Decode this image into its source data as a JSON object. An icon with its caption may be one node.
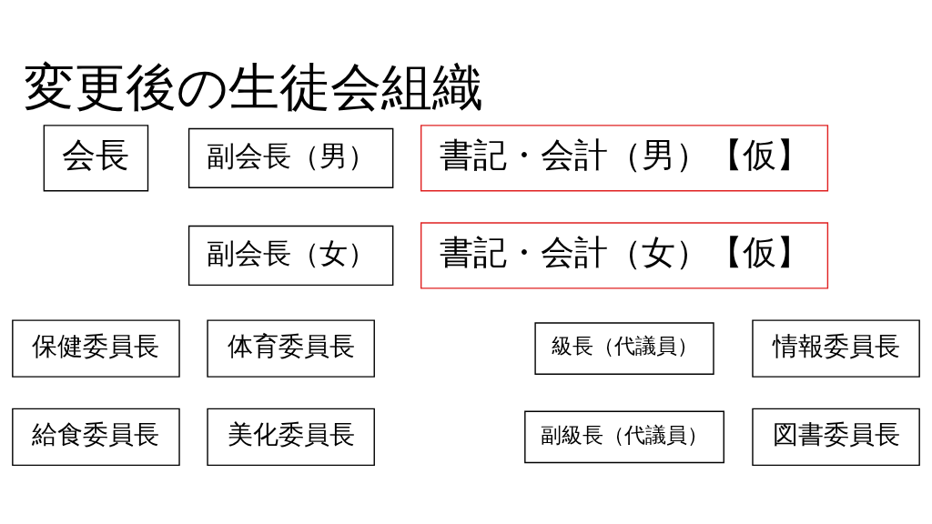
{
  "diagram": {
    "title": "変更後の生徒会組織",
    "nodes": [
      {
        "text": [
          "会長"
        ]
      },
      {
        "text": [
          "副会長（男）"
        ]
      },
      {
        "text": [
          "書記・会計（男）【仮】"
        ]
      },
      {
        "text": [
          "副会長（女）"
        ]
      },
      {
        "text": [
          "書記・会計（女）【仮】"
        ]
      },
      {
        "text": [
          "保健委員長"
        ]
      },
      {
        "text": [
          "体育委員長"
        ]
      },
      {
        "text": [
          "情報委員長"
        ]
      },
      {
        "text": [
          "級長（代議員）"
        ]
      },
      {
        "text": [
          "給食委員長"
        ]
      },
      {
        "text": [
          "美化委員長"
        ]
      },
      {
        "text": [
          "図書委員長"
        ]
      },
      {
        "text": [
          "副級長（代議員）"
        ]
      }
    ],
    "edges": []
  }
}
